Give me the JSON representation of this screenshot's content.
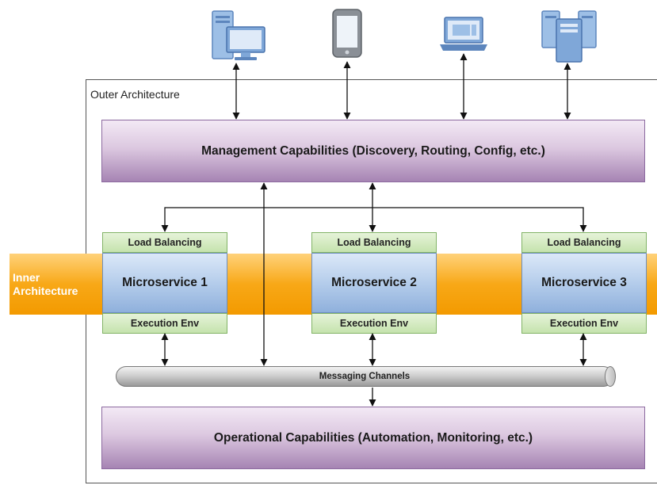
{
  "outer_architecture": {
    "label": "Outer Architecture"
  },
  "inner_architecture": {
    "label_line1": "Inner",
    "label_line2": "Architecture"
  },
  "management": {
    "label": "Management Capabilities (Discovery, Routing, Config, etc.)"
  },
  "operational": {
    "label": "Operational Capabilities (Automation, Monitoring, etc.)"
  },
  "messaging": {
    "label": "Messaging Channels"
  },
  "microservices": [
    {
      "name": "Microservice 1",
      "load_balancing": "Load Balancing",
      "execution_env": "Execution Env"
    },
    {
      "name": "Microservice 2",
      "load_balancing": "Load Balancing",
      "execution_env": "Execution Env"
    },
    {
      "name": "Microservice 3",
      "load_balancing": "Load Balancing",
      "execution_env": "Execution Env"
    }
  ],
  "clients": [
    {
      "icon": "desktop-computer-icon"
    },
    {
      "icon": "tablet-icon"
    },
    {
      "icon": "laptop-icon"
    },
    {
      "icon": "server-cluster-icon"
    }
  ],
  "colors": {
    "management_fill": "#dcc8e0",
    "inner_band": "#f8a817",
    "microservice_fill": "#b5cdeb",
    "green_fill": "#d5e8c4",
    "client_icon": "#7fa7d8"
  }
}
